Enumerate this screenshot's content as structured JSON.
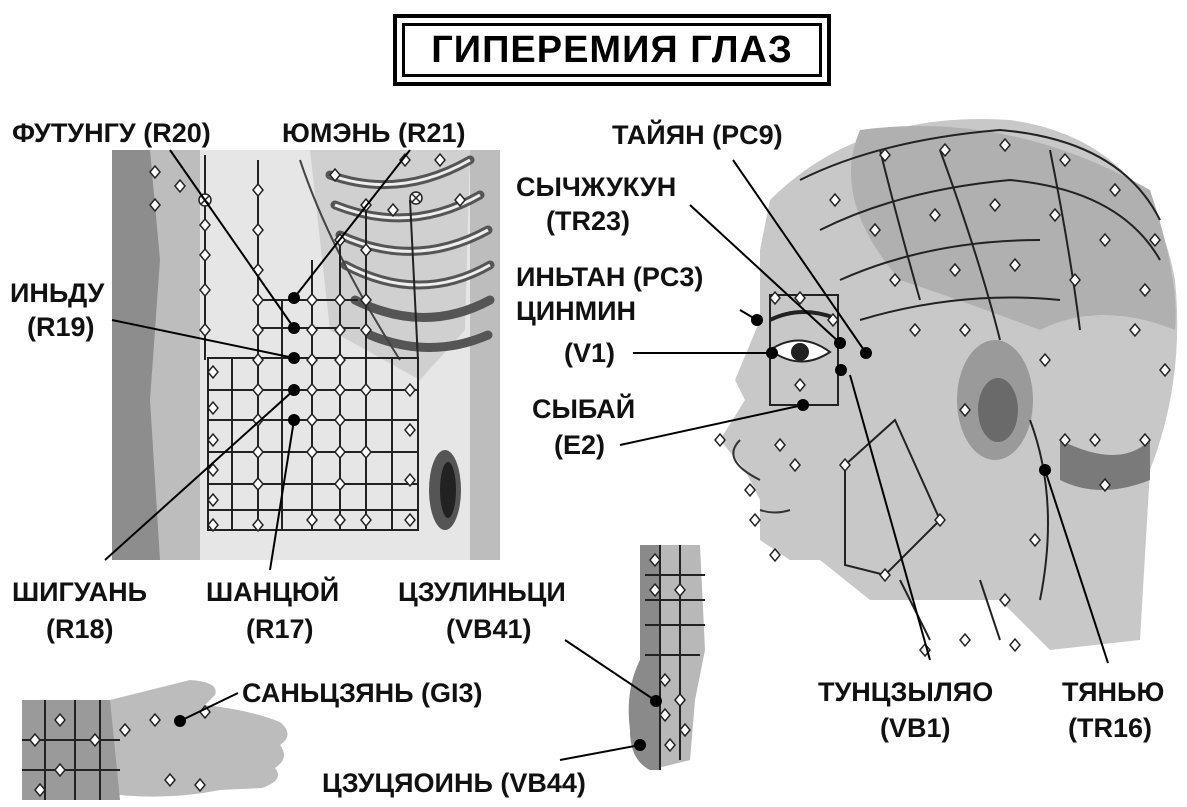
{
  "title": "ГИПЕРЕМИЯ  ГЛАЗ",
  "labels": {
    "futungu": "ФУТУНГУ (R20)",
    "yumen": "ЮМЭНЬ (R21)",
    "taiyan": "ТАЙЯН (PC9)",
    "sychzhukun_name": "СЫЧЖУКУН",
    "sychzhukun_code": "(TR23)",
    "indu_name": "ИНЬДУ",
    "indu_code": "(R19)",
    "intan": "ИНЬТАН (PC3)",
    "tsinmin_name": "ЦИНМИН",
    "tsinmin_code": "(V1)",
    "sybai_name": "СЫБАЙ",
    "sybai_code": "(E2)",
    "shiguan_name": "ШИГУАНЬ",
    "shiguan_code": "(R18)",
    "shantsyui_name": "ШАНЦЮЙ",
    "shantsyui_code": "(R17)",
    "tsulintsi_name": "ЦЗУЛИНЬЦИ",
    "tsulintsi_code": "(VB41)",
    "santszyan": "САНЬЦЗЯНЬ (GI3)",
    "tuntszylyao_name": "ТУНЦЗЫЛЯО",
    "tuntszylyao_code": "(VB1)",
    "tyanyu_name": "ТЯНЬЮ",
    "tyanyu_code": "(TR16)",
    "tsutsyaoin": "ЦЗУЦЯОИНЬ (VB44)"
  }
}
